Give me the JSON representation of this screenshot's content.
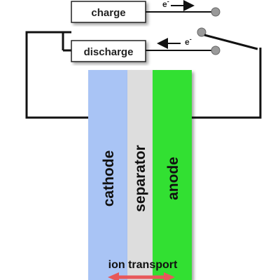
{
  "diagram": {
    "switch_top_label": "charge",
    "switch_bottom_label": "discharge",
    "electron_symbol": "e",
    "electron_superscript": "-",
    "columns": {
      "cathode": "cathode",
      "separator": "separator",
      "anode": "anode"
    },
    "bottom_label": "ion transport"
  },
  "colors": {
    "cathode": "#a9c4f5",
    "separator": "#dddddd",
    "anode": "#33e033",
    "wire": "#111111",
    "terminal": "#9a9a9a",
    "ion_arrow": "#e8585a"
  }
}
